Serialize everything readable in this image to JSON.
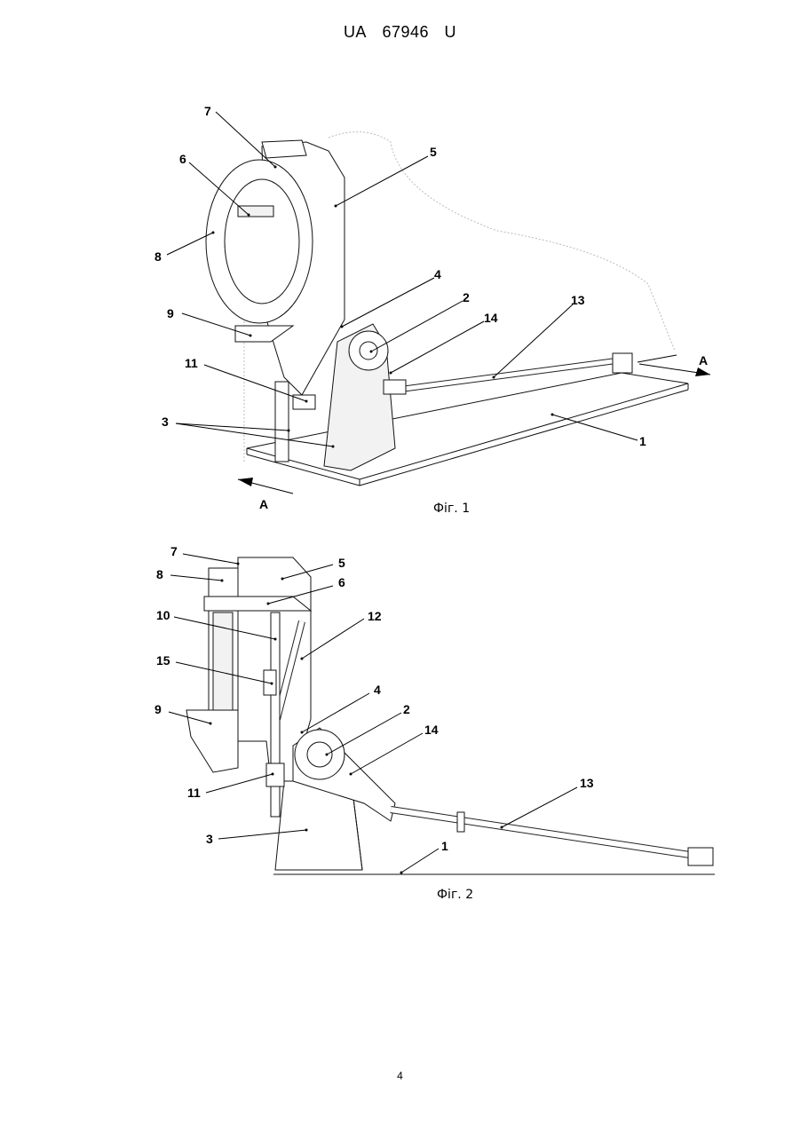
{
  "header": {
    "country": "UA",
    "number": "67946",
    "kind": "U"
  },
  "figure1": {
    "caption": "Фіг. 1",
    "labels": {
      "l1": "1",
      "l2": "2",
      "l3": "3",
      "l4": "4",
      "l5": "5",
      "l6": "6",
      "l7": "7",
      "l8": "8",
      "l9": "9",
      "l11": "11",
      "l13": "13",
      "l14": "14",
      "lA1": "A",
      "lA2": "A"
    }
  },
  "figure2": {
    "caption": "Фіг. 2",
    "labels": {
      "l1": "1",
      "l2": "2",
      "l3": "3",
      "l4": "4",
      "l5": "5",
      "l6": "6",
      "l7": "7",
      "l8": "8",
      "l9": "9",
      "l10": "10",
      "l11": "11",
      "l12": "12",
      "l13": "13",
      "l14": "14",
      "l15": "15"
    }
  },
  "page": {
    "number": "4"
  }
}
